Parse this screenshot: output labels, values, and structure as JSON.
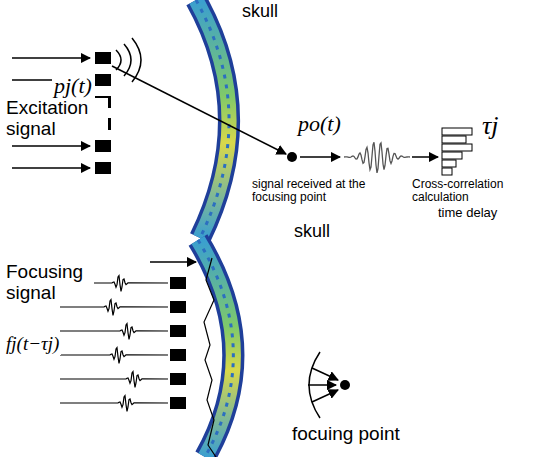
{
  "diagram": {
    "labels": [
      "skull",
      "pj(t)",
      "Excitation signal",
      "po(t)",
      "signal received at the focusing point",
      "Cross-correlation calculation",
      "τj",
      "time delay",
      "skull",
      "Focusing signal",
      "fj(t−τj)",
      "focuing point"
    ]
  }
}
